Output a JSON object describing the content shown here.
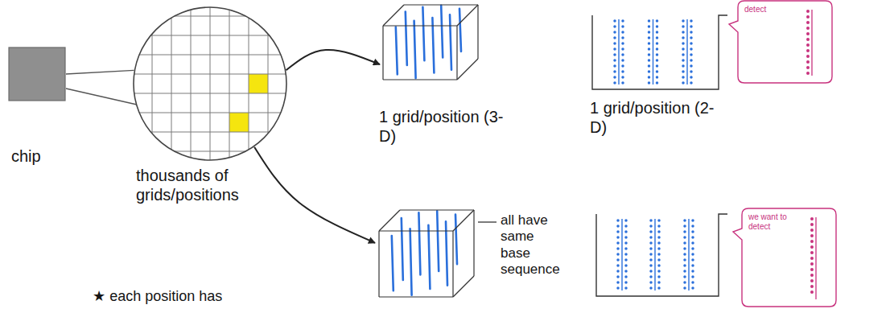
{
  "diagram": {
    "nodes": [
      {
        "text": [
          "chip"
        ]
      },
      {
        "text": [
          "thousands of grids/positions"
        ]
      },
      {
        "text": [
          "1 grid/position (3-D)"
        ]
      },
      {
        "text": [
          "1 grid/position (2-D)"
        ]
      },
      {
        "text": [
          "detect"
        ]
      },
      {
        "text": [
          "all have same base sequence"
        ]
      },
      {
        "text": [
          "we want to detect"
        ]
      }
    ],
    "edges": [
      {
        "from": 0,
        "to": 1,
        "arrow": "none"
      },
      {
        "from": 1,
        "to": 2,
        "arrow": "to"
      },
      {
        "from": 1,
        "to": 5,
        "arrow": "to"
      }
    ],
    "labels": [
      "★ each position has"
    ]
  }
}
